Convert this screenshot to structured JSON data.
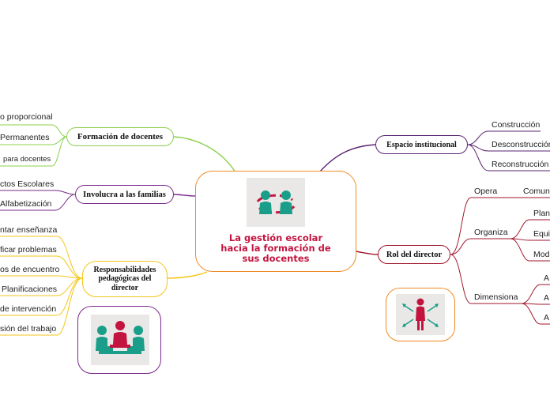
{
  "central": {
    "title_lines": [
      "La gestión escolar",
      "hacia la formación de",
      "sus docentes"
    ],
    "icon": "two-people-exchange-icon"
  },
  "branches": {
    "formacion": {
      "label": "Formación de docentes",
      "children": [
        "o proporcional",
        "Permanentes",
        "para docentes"
      ]
    },
    "familias": {
      "label": "Involucra a las familias",
      "children": [
        "ctos Escolares",
        "Alfabetización"
      ]
    },
    "responsabilidades": {
      "label": "Responsabilidades pedagógicas del director",
      "label_lines": [
        "Responsabilidades",
        "pedagógicas del",
        "director"
      ],
      "children": [
        "ntar enseñanza",
        "ficar problemas",
        "os de encuentro",
        "Planificaciones",
        "de intervención",
        "sión del trabajo"
      ]
    },
    "espacio": {
      "label": "Espacio institucional",
      "children": [
        "Construcción",
        "Desconstrucción",
        "Reconstrucción"
      ]
    },
    "rol": {
      "label": "Rol del director",
      "opera": {
        "label": "Opera",
        "children": [
          "Comun"
        ]
      },
      "organiza": {
        "label": "Organiza",
        "children": [
          "Plan",
          "Equi",
          "Mod"
        ]
      },
      "dimensiona": {
        "label": "Dimensiona",
        "children": [
          "A",
          "A",
          "A"
        ]
      }
    }
  },
  "images": {
    "meeting": "meeting-table-icon",
    "leader": "leader-network-icon"
  },
  "colors": {
    "center_border": "#f08a24",
    "center_text": "#c3143f",
    "formacion": "#8bd04a",
    "familias": "#7a2a8a",
    "responsabilidades": "#f5c518",
    "espacio": "#5a2470",
    "rol": "#a0162c",
    "teal": "#1a9e8a",
    "red": "#c3143f"
  }
}
